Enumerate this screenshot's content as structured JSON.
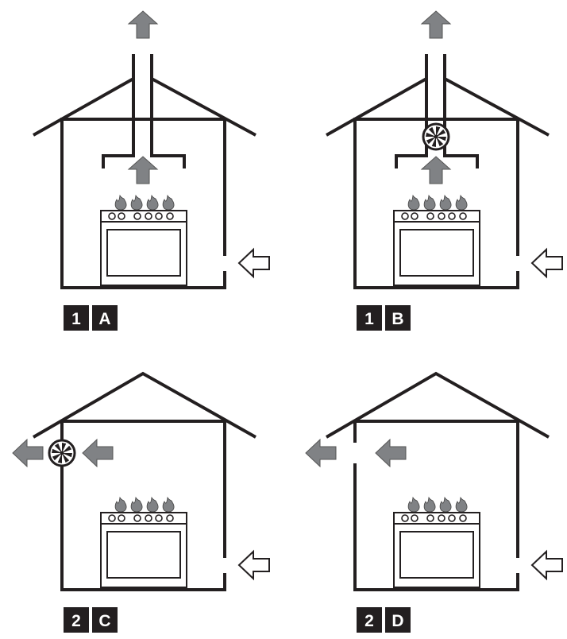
{
  "panels": [
    {
      "id": "1A",
      "number": "1",
      "letter": "A",
      "hood": true,
      "fan": "none",
      "exhaust": "roof",
      "wall_opening": false
    },
    {
      "id": "1B",
      "number": "1",
      "letter": "B",
      "hood": true,
      "fan": "duct",
      "exhaust": "roof",
      "wall_opening": false
    },
    {
      "id": "2C",
      "number": "2",
      "letter": "C",
      "hood": false,
      "fan": "wall",
      "exhaust": "wall",
      "wall_opening": true
    },
    {
      "id": "2D",
      "number": "2",
      "letter": "D",
      "hood": false,
      "fan": "none",
      "exhaust": "wall",
      "wall_opening": true
    }
  ],
  "colors": {
    "line": "#231f20",
    "arrow_fill": "#808285",
    "intake_fill": "#ffffff",
    "badge_bg": "#231f20",
    "badge_text": "#ffffff",
    "flame": "#808285"
  },
  "icons": {
    "outlet_arrow": "up-arrow-icon",
    "intake_arrow": "left-arrow-outline-icon",
    "fan": "fan-icon",
    "flame": "flame-icon",
    "stove": "stove-icon"
  }
}
